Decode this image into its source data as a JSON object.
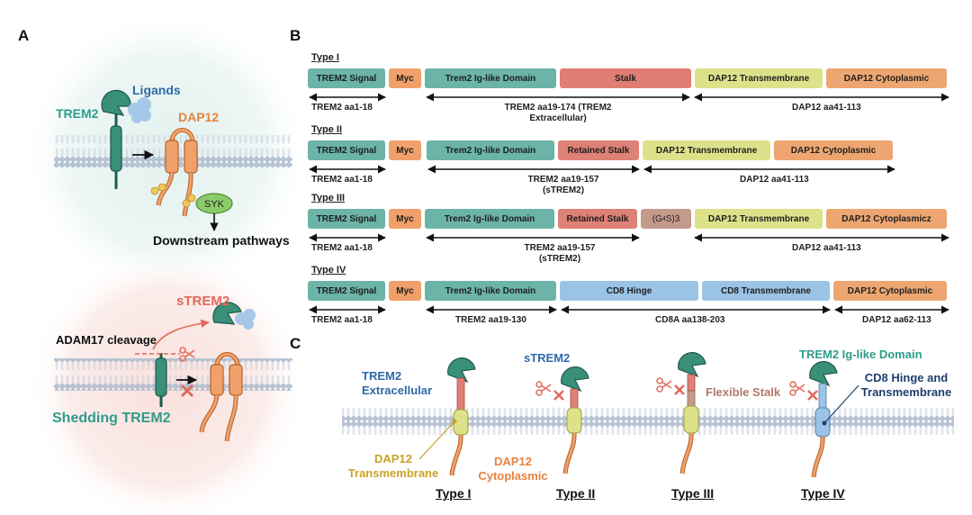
{
  "panel_labels": {
    "a": "A",
    "b": "B",
    "c": "C"
  },
  "colors": {
    "trem2_teal": "#2e9c8a",
    "ig_domain": "#6bb4a7",
    "stalk": "#e07e74",
    "retained_stalk": "#de8176",
    "dap12_tm": "#dde28a",
    "dap12_cyto": "#eda671",
    "myc": "#f0a06b",
    "cd8": "#9ac3e6",
    "gs_linker": "#c49a8c",
    "ligand_blue": "#a6c8e8",
    "syk_green": "#8ccb6a",
    "cleavage_red": "#e06a5c",
    "label_blue": "#2e6aa8",
    "label_orange": "#e8823f",
    "label_gold": "#c9a228",
    "label_brown": "#b07a68",
    "label_navy": "#1d3f6e"
  },
  "panel_a": {
    "ligands": "Ligands",
    "trem2": "TREM2",
    "dap12": "DAP12",
    "syk": "SYK",
    "downstream": "Downstream pathways",
    "strem2": "sTREM2",
    "adam17": "ADAM17 cleavage",
    "shedding": "Shedding TREM2"
  },
  "panel_b": {
    "type1": {
      "title": "Type I",
      "blocks": {
        "signal": "TREM2 Signal",
        "myc": "Myc",
        "ig": "Trem2 Ig-like Domain",
        "stalk": "Stalk",
        "tm": "DAP12 Transmembrane",
        "cyto": "DAP12 Cytoplasmic"
      },
      "spans": {
        "s1": "TREM2 aa1-18",
        "s2": "TREM2 aa19-174 (TREM2 Extracellular)",
        "s3": "DAP12 aa41-113"
      }
    },
    "type2": {
      "title": "Type II",
      "blocks": {
        "signal": "TREM2 Signal",
        "myc": "Myc",
        "ig": "Trem2 Ig-like Domain",
        "stalk": "Retained Stalk",
        "tm": "DAP12 Transmembrane",
        "cyto": "DAP12 Cytoplasmic"
      },
      "spans": {
        "s1": "TREM2 aa1-18",
        "s2": "TREM2 aa19-157 (sTREM2)",
        "s3": "DAP12 aa41-113"
      }
    },
    "type3": {
      "title": "Type III",
      "blocks": {
        "signal": "TREM2 Signal",
        "myc": "Myc",
        "ig": "Trem2 Ig-like Domain",
        "stalk": "Retained Stalk",
        "linker_main": "(G",
        "linker_sub": "4",
        "linker_rest": "S)3",
        "tm": "DAP12 Transmembrane",
        "cyto": "DAP12 Cytoplasmicz"
      },
      "spans": {
        "s1": "TREM2 aa1-18",
        "s2": "TREM2 aa19-157 (sTREM2)",
        "s3": "DAP12 aa41-113"
      }
    },
    "type4": {
      "title": "Type IV",
      "blocks": {
        "signal": "TREM2 Signal",
        "myc": "Myc",
        "ig": "Trem2 Ig-like Domain",
        "hinge": "CD8 Hinge",
        "tm": "CD8 Transmembrane",
        "cyto": "DAP12 Cytoplasmic"
      },
      "spans": {
        "s1": "TREM2 aa1-18",
        "s2": "TREM2 aa19-130",
        "s3": "CD8A aa138-203",
        "s4": "DAP12 aa62-113"
      }
    }
  },
  "panel_c": {
    "trem2_extracellular": "TREM2 Extracellular",
    "dap12_tm": "DAP12 Transmembrane",
    "dap12_cyto": "DAP12 Cytoplasmic",
    "strem2": "sTREM2",
    "flexible_stalk": "Flexible Stalk",
    "ig_domain": "TREM2 Ig-like Domain",
    "cd8": "CD8 Hinge and Transmembrane",
    "type_labels": [
      "Type I",
      "Type II",
      "Type III",
      "Type IV"
    ]
  }
}
